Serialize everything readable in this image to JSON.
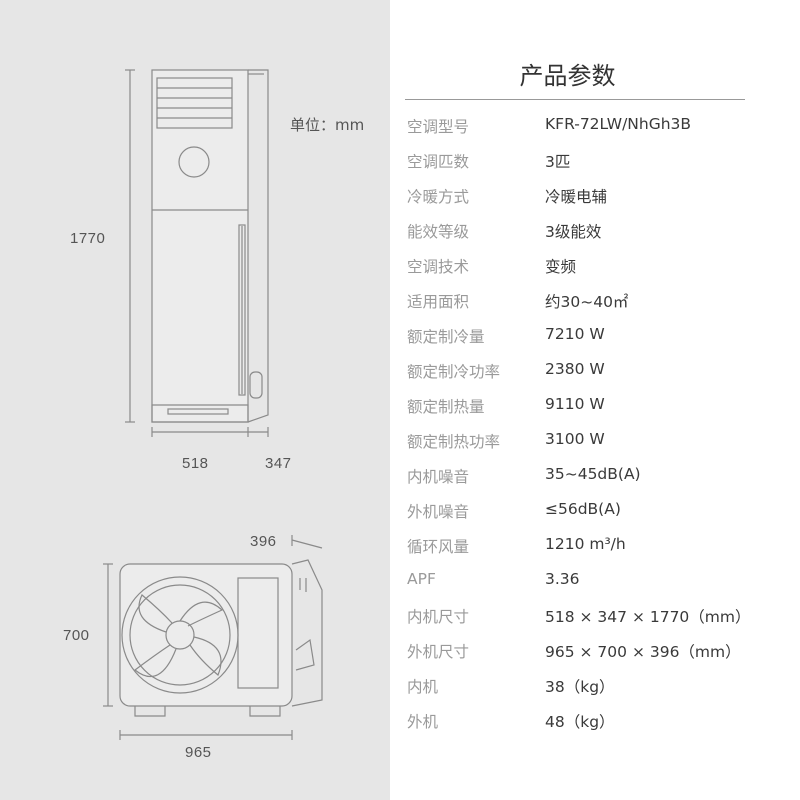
{
  "dimensions": {
    "unit_label": "单位：mm",
    "indoor_height": "1770",
    "indoor_width": "518",
    "indoor_depth": "347",
    "outdoor_height": "700",
    "outdoor_width": "965",
    "outdoor_depth": "396"
  },
  "specs": {
    "title": "产品参数",
    "rows": [
      {
        "key": "空调型号",
        "value": "KFR-72LW/NhGh3B"
      },
      {
        "key": "空调匹数",
        "value": "3匹"
      },
      {
        "key": "冷暖方式",
        "value": "冷暖电辅"
      },
      {
        "key": "能效等级",
        "value": "3级能效"
      },
      {
        "key": "空调技术",
        "value": "变频"
      },
      {
        "key": "适用面积",
        "value": "约30~40㎡"
      },
      {
        "key": "额定制冷量",
        "value": "7210 W"
      },
      {
        "key": "额定制冷功率",
        "value": "2380 W"
      },
      {
        "key": "额定制热量",
        "value": "9110 W"
      },
      {
        "key": "额定制热功率",
        "value": "3100 W"
      },
      {
        "key": "内机噪音",
        "value": "35~45dB(A)"
      },
      {
        "key": "外机噪音",
        "value": "≤56dB(A)"
      },
      {
        "key": "循环风量",
        "value": "1210 m³/h"
      },
      {
        "key": "APF",
        "value": "3.36"
      },
      {
        "key": "内机尺寸",
        "value": "518 × 347 × 1770（mm）"
      },
      {
        "key": "外机尺寸",
        "value": "965 × 700 × 396（mm）"
      },
      {
        "key": "内机",
        "value": "38（kg）"
      },
      {
        "key": "外机",
        "value": "48（kg）"
      }
    ]
  }
}
